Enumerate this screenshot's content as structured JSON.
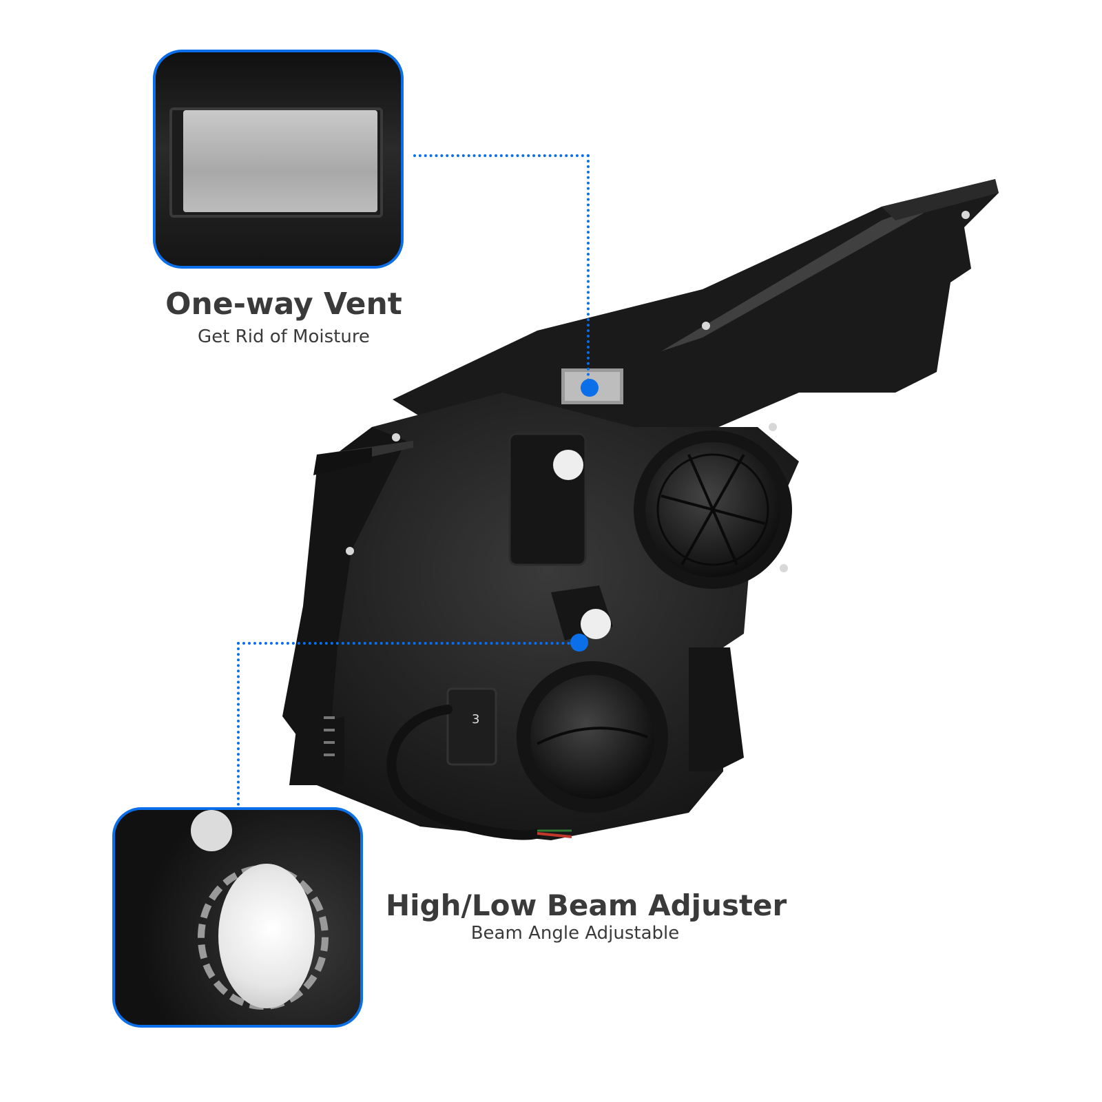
{
  "callouts": [
    {
      "id": "vent",
      "title": "One-way Vent",
      "subtitle": "Get Rid of Moisture",
      "inset_subject": "one-way-vent-closeup"
    },
    {
      "id": "adjuster",
      "title": "High/Low Beam Adjuster",
      "subtitle": "Beam Angle Adjustable",
      "inset_subject": "beam-adjuster-gear-closeup"
    }
  ],
  "product": {
    "subject": "headlight-assembly-rear-view",
    "connector_label": "3"
  },
  "colors": {
    "accent": "#0a6fe8",
    "text": "#3a3a3a",
    "housing": "#1c1c1c",
    "background": "#ffffff"
  }
}
